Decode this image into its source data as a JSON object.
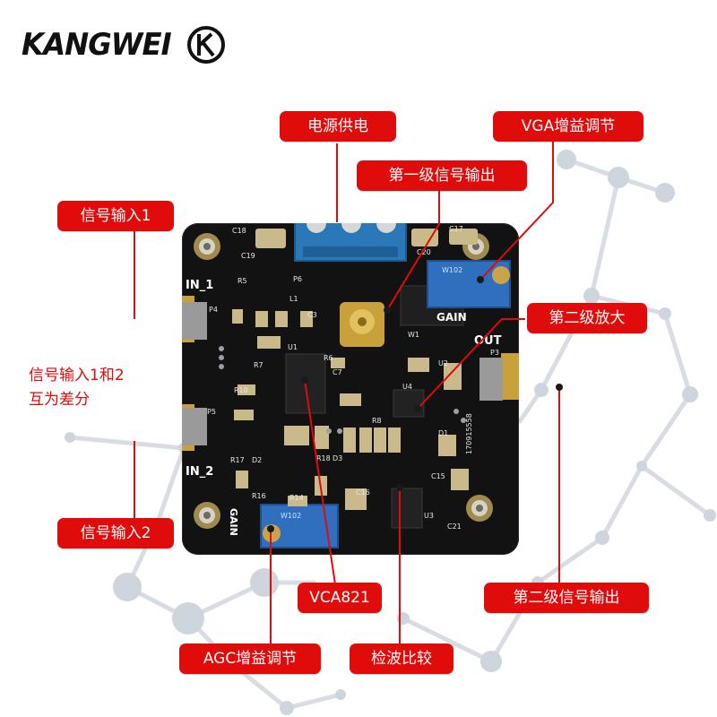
{
  "brand": {
    "name": "KANGWEI",
    "logo_letters": "K"
  },
  "callouts": {
    "power_supply": "电源供电",
    "stage1_output": "第一级信号输出",
    "vga_gain_adjust": "VGA增益调节",
    "signal_input_1": "信号输入1",
    "stage2_amplifier": "第二级放大",
    "signal_input_2": "信号输入2",
    "vca821": "VCA821",
    "stage2_output": "第二级信号输出",
    "agc_gain_adjust": "AGC增益调节",
    "detect_compare": "检波比较"
  },
  "note": {
    "line1": "信号输入1和2",
    "line2": "互为差分"
  },
  "board": {
    "in1_label": "IN_1",
    "in2_label": "IN_2",
    "out_label": "OUT",
    "gain_label_right": "GAIN",
    "gain_label_left": "GAIN",
    "u1": "U1",
    "u2": "U2",
    "u3": "U3",
    "u4": "U4",
    "p4": "P4",
    "p5": "P5",
    "p6": "P6",
    "p3": "P3",
    "w1": "W1",
    "l1": "L1",
    "r5": "R5",
    "r7": "R7",
    "r6": "R6",
    "r10": "R10",
    "r8": "R8",
    "r14": "R14",
    "r16": "R16",
    "r17": "R17",
    "r18": "R18",
    "d1": "D1",
    "d2": "D2",
    "d3": "D3",
    "c3": "C3",
    "c7": "C7",
    "c15": "C15",
    "c16": "C16",
    "c17": "C17",
    "c18": "C18",
    "c19": "C19",
    "c20": "C20",
    "c21": "C21",
    "date_code": "170915558",
    "pot_top_code": "W102",
    "pot_bottom_code": "W102"
  }
}
